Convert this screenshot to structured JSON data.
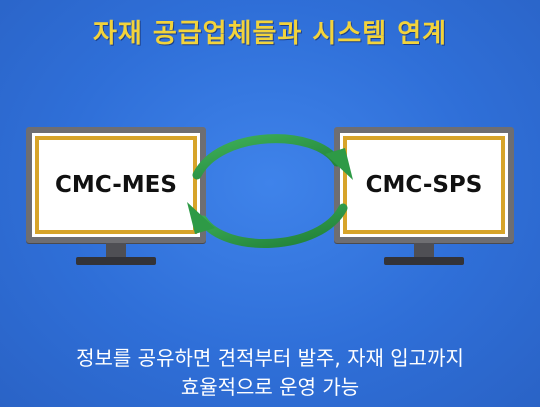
{
  "title": "자재 공급업체들과 시스템 연계",
  "left_monitor": {
    "label": "CMC-MES"
  },
  "right_monitor": {
    "label": "CMC-SPS"
  },
  "caption": {
    "line1": "정보를 공유하면 견적부터 발주, 자재 입고까지",
    "line2": "효율적으로 운영 가능"
  },
  "colors": {
    "background": "#2f6fd8",
    "title": "#f2d33b",
    "screen_border": "#d7a42a",
    "arrow": "#2e9a46"
  }
}
